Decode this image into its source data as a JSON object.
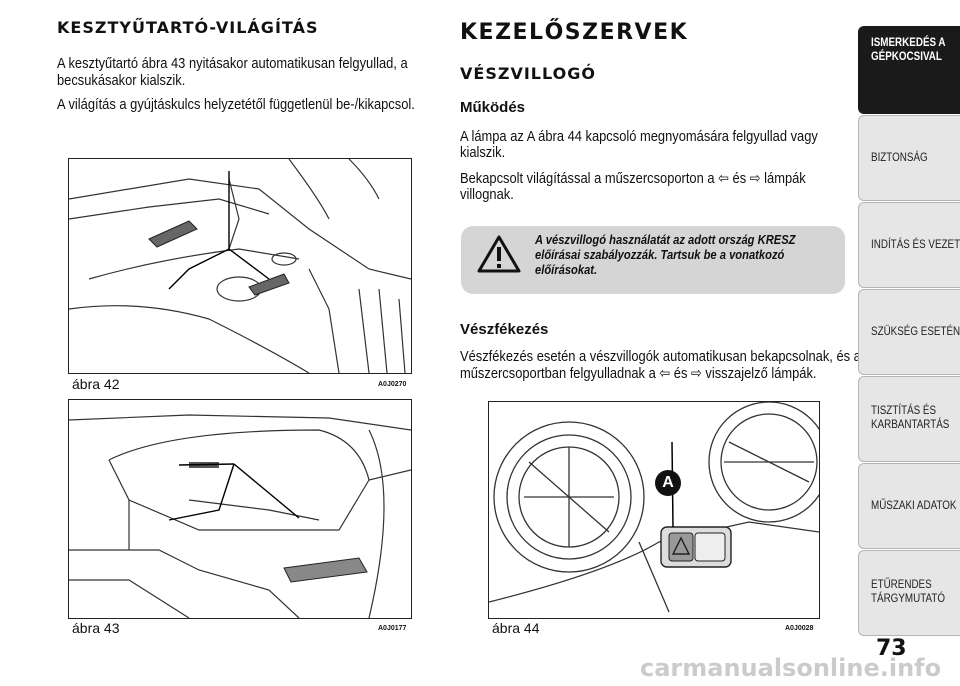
{
  "left": {
    "heading": "KESZTYŰTARTÓ-VILÁGÍTÁS",
    "para1_line1": "A kesztyűtartó ábra 43 nyitásakor automatikusan felgyullad, a",
    "para1_line2": "becsukásakor kialszik.",
    "para2": "A világítás a gyújtáskulcs helyzetétől függetlenül be-/kikapcsol.",
    "fig42_caption": "ábra 42",
    "fig42_code": "A0J0270",
    "fig43_caption": "ábra 43",
    "fig43_code": "A0J0177"
  },
  "right": {
    "heading": "KEZELŐSZERVEK",
    "subheading": "VÉSZVILLOGÓ",
    "section1_title": "Működés",
    "s1_line1": "A lámpa az A ábra 44 kapcsoló megnyomására felgyullad vagy",
    "s1_line2": "kialszik.",
    "s1b_line1_pre": "Bekapcsolt világítással a műszercsoporton a",
    "s1b_line1_mid": "és",
    "s1b_line1_post": "lámpák",
    "s1b_line2": "villognak.",
    "warning_line1": "A vészvillogó használatát az adott ország KRESZ",
    "warning_line2": "előírásai szabályozzák. Tartsuk be a vonatkozó",
    "warning_line3": "előírásokat.",
    "section2_title": "Vészfékezés",
    "s2_line1": "Vészfékezés esetén a vészvillogók automatikusan bekapcsolnak, és a",
    "s2_line2_pre": "műszercsoportban felgyulladnak a",
    "s2_line2_mid": "és",
    "s2_line2_post": "visszajelző lámpák.",
    "fig44_caption": "ábra 44",
    "fig44_code": "A0J0028",
    "fig44_label": "A"
  },
  "tabs": [
    {
      "label1": "ISMERKEDÉS A",
      "label2": "GÉPKOCSIVAL"
    },
    {
      "label1": "BIZTONSÁG",
      "label2": ""
    },
    {
      "label1": "INDÍTÁS ÉS VEZETÉS",
      "label2": ""
    },
    {
      "label1": "SZÜKSÉG ESETÉN",
      "label2": ""
    },
    {
      "label1": "TISZTÍTÁS ÉS",
      "label2": "KARBANTARTÁS"
    },
    {
      "label1": "MŰSZAKI ADATOK",
      "label2": ""
    },
    {
      "label1": "ETŰRENDES",
      "label2": "TÁRGYMUTATÓ"
    }
  ],
  "page_number": "73",
  "watermark": "carmanualsonline.info"
}
